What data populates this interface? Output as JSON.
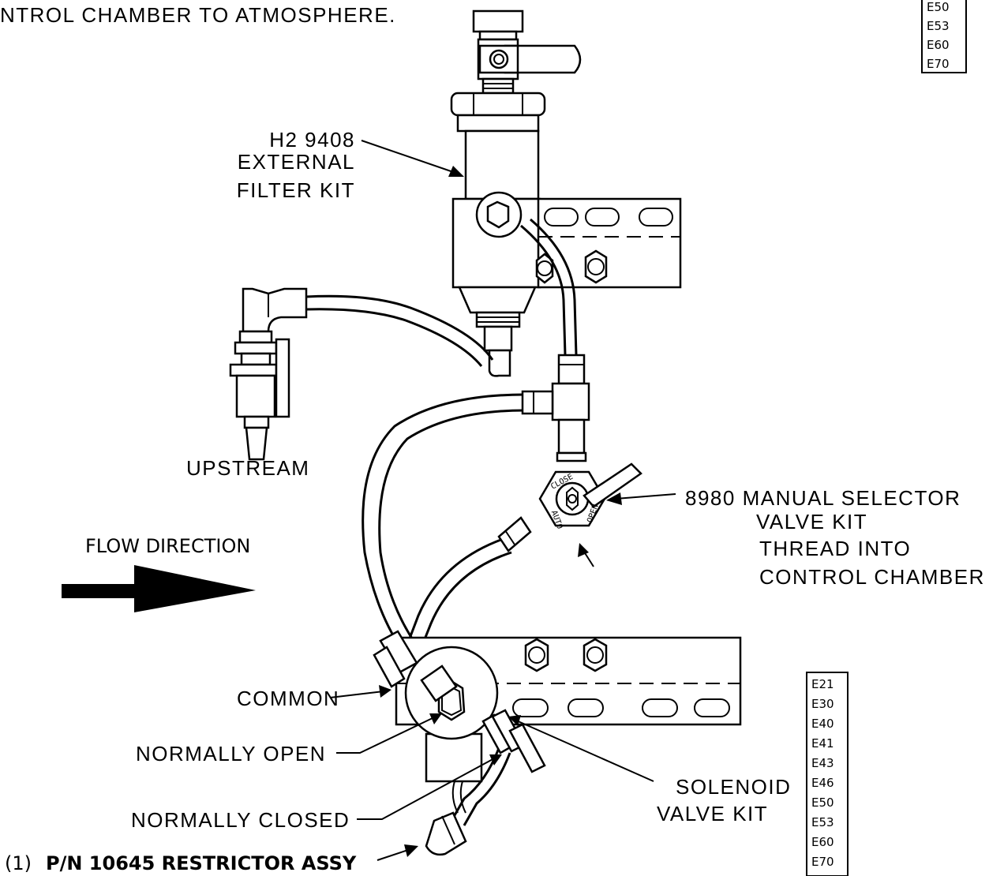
{
  "labels": {
    "top_note": "NTROL CHAMBER TO ATMOSPHERE.",
    "filter_kit": [
      "H2 9408",
      "EXTERNAL",
      "FILTER KIT"
    ],
    "upstream": "UPSTREAM",
    "flow_direction": "FLOW DIRECTION",
    "selector_kit": [
      "8980 MANUAL SELECTOR",
      "VALVE KIT",
      "THREAD INTO",
      "CONTROL CHAMBER"
    ],
    "common": "COMMON",
    "normally_open": "NORMALLY OPEN",
    "normally_closed": "NORMALLY CLOSED",
    "solenoid_kit": [
      "SOLENOID",
      "VALVE KIT"
    ],
    "restrictor_qty": "(1)",
    "restrictor": "P/N 10645 RESTRICTOR ASSY",
    "selector_dial": {
      "close": "CLOSE",
      "auto": "AUTO",
      "open": "OPEN"
    }
  },
  "model_box_top": [
    "E50",
    "E53",
    "E60",
    "E70"
  ],
  "model_box_bottom": [
    "E21",
    "E30",
    "E40",
    "E41",
    "E43",
    "E46",
    "E50",
    "E53",
    "E60",
    "E70"
  ]
}
